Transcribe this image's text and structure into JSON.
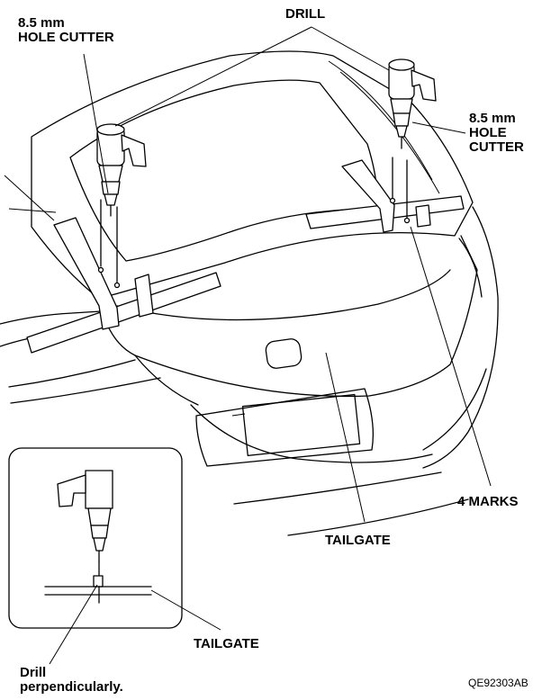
{
  "labels": {
    "hole_cutter_left": "8.5 mm\nHOLE CUTTER",
    "drill": "DRILL",
    "hole_cutter_right": "8.5 mm\nHOLE\nCUTTER",
    "four_marks": "4 MARKS",
    "tailgate_main": "TAILGATE",
    "tailgate_inset": "TAILGATE",
    "drill_perpendicularly": "Drill\nperpendicularly.",
    "figure_code": "QE92303AB"
  }
}
